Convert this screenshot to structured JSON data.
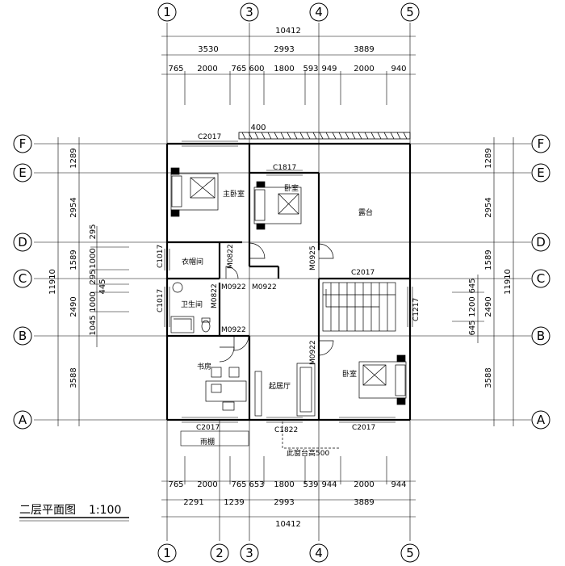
{
  "title": {
    "text": "二层平面图",
    "scale": "1:100"
  },
  "axes": {
    "columns": [
      "1",
      "2",
      "3",
      "4",
      "5"
    ],
    "rows": [
      "A",
      "B",
      "C",
      "D",
      "E",
      "F"
    ]
  },
  "dimensions": {
    "top_total": "10412",
    "top_bays": [
      "3530",
      "2993",
      "3889"
    ],
    "top_detail": [
      "765",
      "2000",
      "765",
      "600",
      "1800",
      "593",
      "949",
      "2000",
      "940"
    ],
    "bottom_detail": [
      "765",
      "2000",
      "765",
      "653",
      "1800",
      "539",
      "944",
      "2000",
      "944"
    ],
    "bottom_bays": [
      "2291",
      "1239",
      "2993",
      "3889"
    ],
    "bottom_total": "10412",
    "left_total": "11910",
    "left_rows": [
      "1289",
      "2954",
      "1589",
      "2490",
      "3588"
    ],
    "left_detail": [
      "295",
      "1000",
      "295",
      "445",
      "1000",
      "1045"
    ],
    "right_total": "11910",
    "right_rows": [
      "1289",
      "2954",
      "1589",
      "2490",
      "3588"
    ],
    "right_detail": [
      "645",
      "1200",
      "645"
    ],
    "balcony_width": "400"
  },
  "rooms": {
    "master_bedroom": "主卧室",
    "bedroom_north": "卧室",
    "terrace": "露台",
    "closet": "衣帽间",
    "bathroom": "卫生间",
    "study": "书房",
    "living": "起居厅",
    "bedroom_south": "卧室",
    "canopy": "雨棚",
    "bay_window": "此窗台高500"
  },
  "labels": {
    "c2017_north": "C2017",
    "c1817": "C1817",
    "c2017_stair": "C2017",
    "c1017_top": "C1017",
    "c1017_bottom": "C1017",
    "m0822_closet": "M0822",
    "m0822_bath": "M0822",
    "m0925": "M0925",
    "m0922_a": "M0922",
    "m0922_b": "M0922",
    "m0922_bath": "M0922",
    "m0922_south": "M0922",
    "c1217": "C1217",
    "c2017_sw": "C2017",
    "c1822": "C1822",
    "c2017_se": "C2017"
  }
}
